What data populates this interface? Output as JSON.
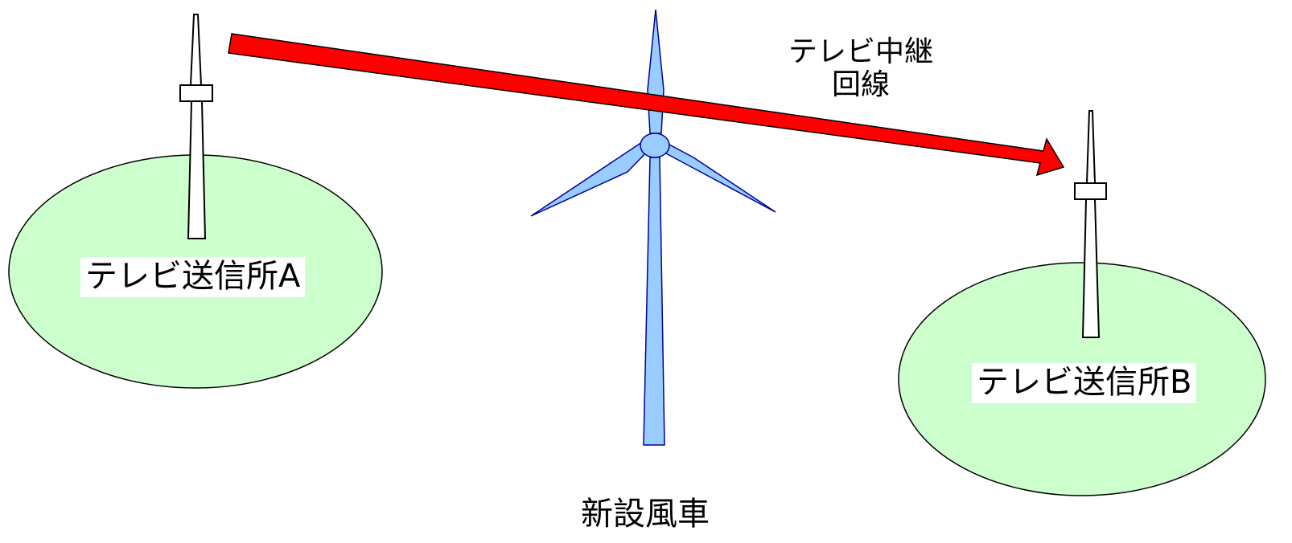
{
  "colors": {
    "coverage_fill": "#ccffcc",
    "coverage_stroke": "#000000",
    "relay_arrow_fill": "#ff0000",
    "relay_arrow_stroke": "#000000",
    "windmill_fill": "#99ccff",
    "windmill_stroke": "#000099",
    "tower_fill": "#ffffff",
    "tower_stroke": "#000000"
  },
  "labels": {
    "station_a": "テレビ送信所A",
    "station_b": "テレビ送信所B",
    "relay_link_line1": "テレビ中継",
    "relay_link_line2": "回線",
    "windmill": "新設風車"
  }
}
